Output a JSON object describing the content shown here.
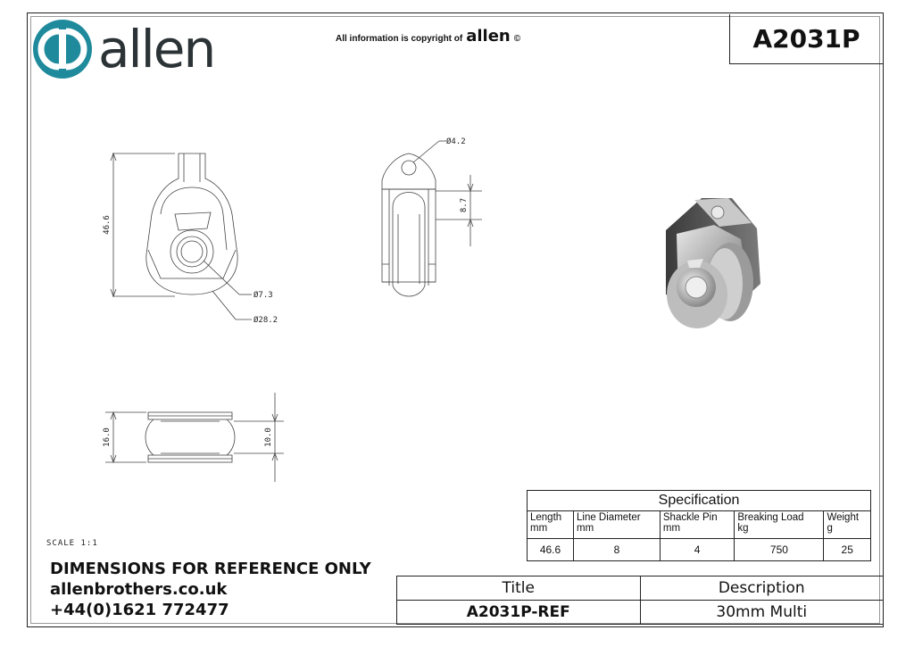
{
  "brand": {
    "logo_text": "allen",
    "copyright_text": "All information is copyright of",
    "copyright_brand": "allen",
    "copyright_mark": "©",
    "accent": "#1e8a9c",
    "dark": "#2b3336"
  },
  "part_number": "A2031P",
  "dimensions": {
    "height": "46.6",
    "hole_small": "Ø4.2",
    "sheave_gap": "8.7",
    "pin": "Ø7.3",
    "sheave": "Ø28.2",
    "width_outer": "16.0",
    "width_inner": "10.0"
  },
  "scale": "SCALE 1:1",
  "notes": {
    "line1": "DIMENSIONS FOR REFERENCE ONLY",
    "line2": "allenbrothers.co.uk",
    "line3": "+44(0)1621 772477"
  },
  "specification": {
    "title": "Specification",
    "headers": [
      {
        "name": "Length",
        "unit": "mm"
      },
      {
        "name": "Line Diameter",
        "unit": "mm"
      },
      {
        "name": "Shackle Pin",
        "unit": "mm"
      },
      {
        "name": "Breaking Load",
        "unit": "kg"
      },
      {
        "name": "Weight",
        "unit": "g"
      }
    ],
    "values": [
      "46.6",
      "8",
      "4",
      "750",
      "25"
    ]
  },
  "title_block": {
    "title_label": "Title",
    "description_label": "Description",
    "title_value": "A2031P-REF",
    "description_value": "30mm Multi"
  }
}
